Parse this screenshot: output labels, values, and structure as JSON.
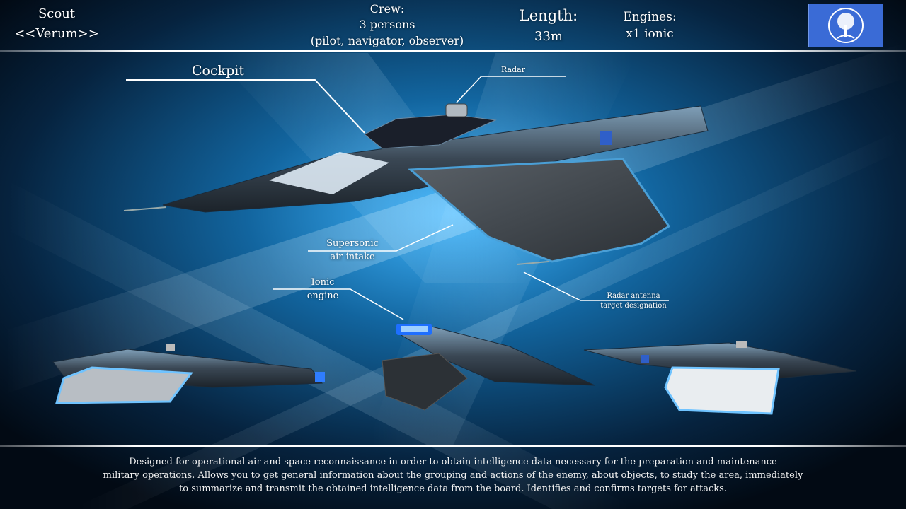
{
  "header": {
    "title": "Scout",
    "subtitle": "<<Verum>>",
    "crew": {
      "label": "Crew:",
      "count": "3 persons",
      "roles": "(pilot, navigator, observer)"
    },
    "length": {
      "label": "Length:",
      "value": "33m"
    },
    "engines": {
      "label": "Engines:",
      "value": "x1 ionic"
    }
  },
  "callouts": {
    "cockpit": "Cockpit",
    "radar": "Radar",
    "air_intake_1": "Supersonic",
    "air_intake_2": "air intake",
    "ionic_engine_1": "Ionic",
    "ionic_engine_2": "engine",
    "radar_antenna_1": "Radar antenna",
    "radar_antenna_2": "target designation"
  },
  "description": [
    "Designed for operational air and space reconnaissance in order to obtain intelligence data necessary for the preparation and maintenance",
    "military operations. Allows you to get general information about the grouping and actions of the enemy, about objects, to study the area, immediately",
    "to summarize and transmit the obtained intelligence data from the board. Identifies and confirms targets for attacks."
  ],
  "colors": {
    "background": "#0a3c66",
    "accent_glow": "#2fa8ff",
    "flag_blue": "#3a6bd6",
    "hull": "#3d4a55"
  },
  "icons": {
    "flag": "tree-emblem-icon"
  }
}
